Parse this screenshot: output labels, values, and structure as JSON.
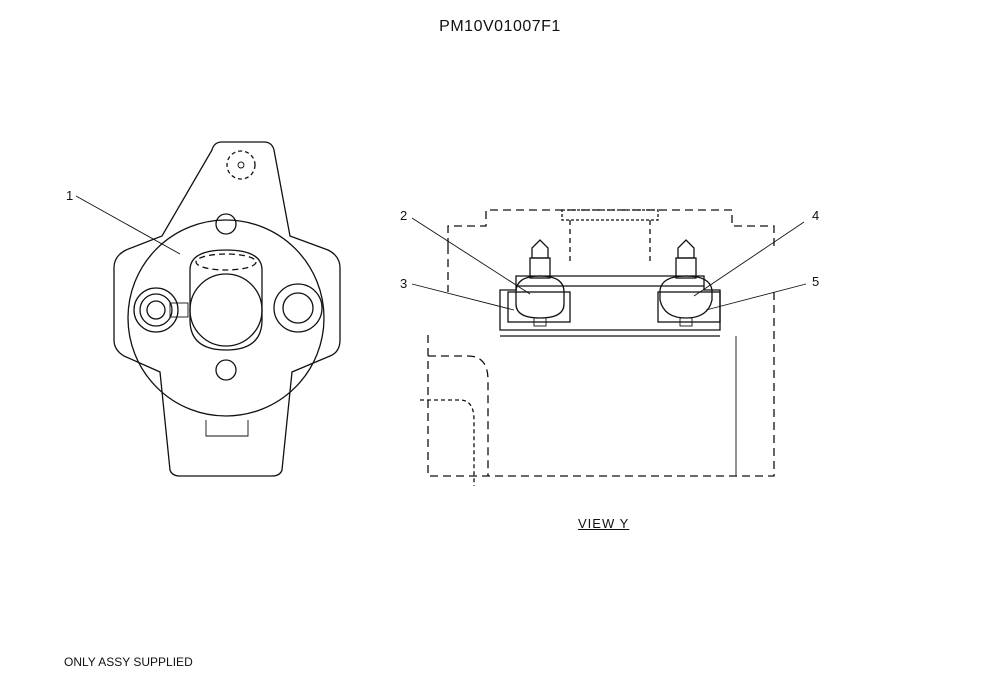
{
  "drawing": {
    "part_number": "PM10V01007F1",
    "view_label": "VIEW Y",
    "note": "ONLY ASSY SUPPLIED"
  },
  "callouts": [
    {
      "id": "1",
      "label": "1"
    },
    {
      "id": "2",
      "label": "2"
    },
    {
      "id": "3",
      "label": "3"
    },
    {
      "id": "4",
      "label": "4"
    },
    {
      "id": "5",
      "label": "5"
    }
  ]
}
